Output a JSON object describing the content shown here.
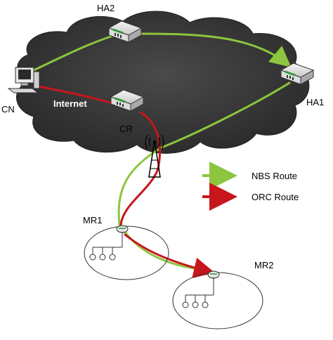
{
  "nodes": {
    "ha2": "HA2",
    "ha1": "HA1",
    "cn": "CN",
    "cr": "CR",
    "mr1": "MR1",
    "mr2": "MR2",
    "internet": "Internet"
  },
  "legend": {
    "nbs": "NBS Route",
    "orc": "ORC Route"
  },
  "colors": {
    "nbs_route": "#8cc63f",
    "orc_route": "#c8161d",
    "cloud": "#3a3a3a",
    "router_accent": "#2e9a3a"
  },
  "icons": {
    "router": "router-icon",
    "computer": "computer-icon",
    "antenna": "antenna-icon",
    "host": "host-icon"
  }
}
